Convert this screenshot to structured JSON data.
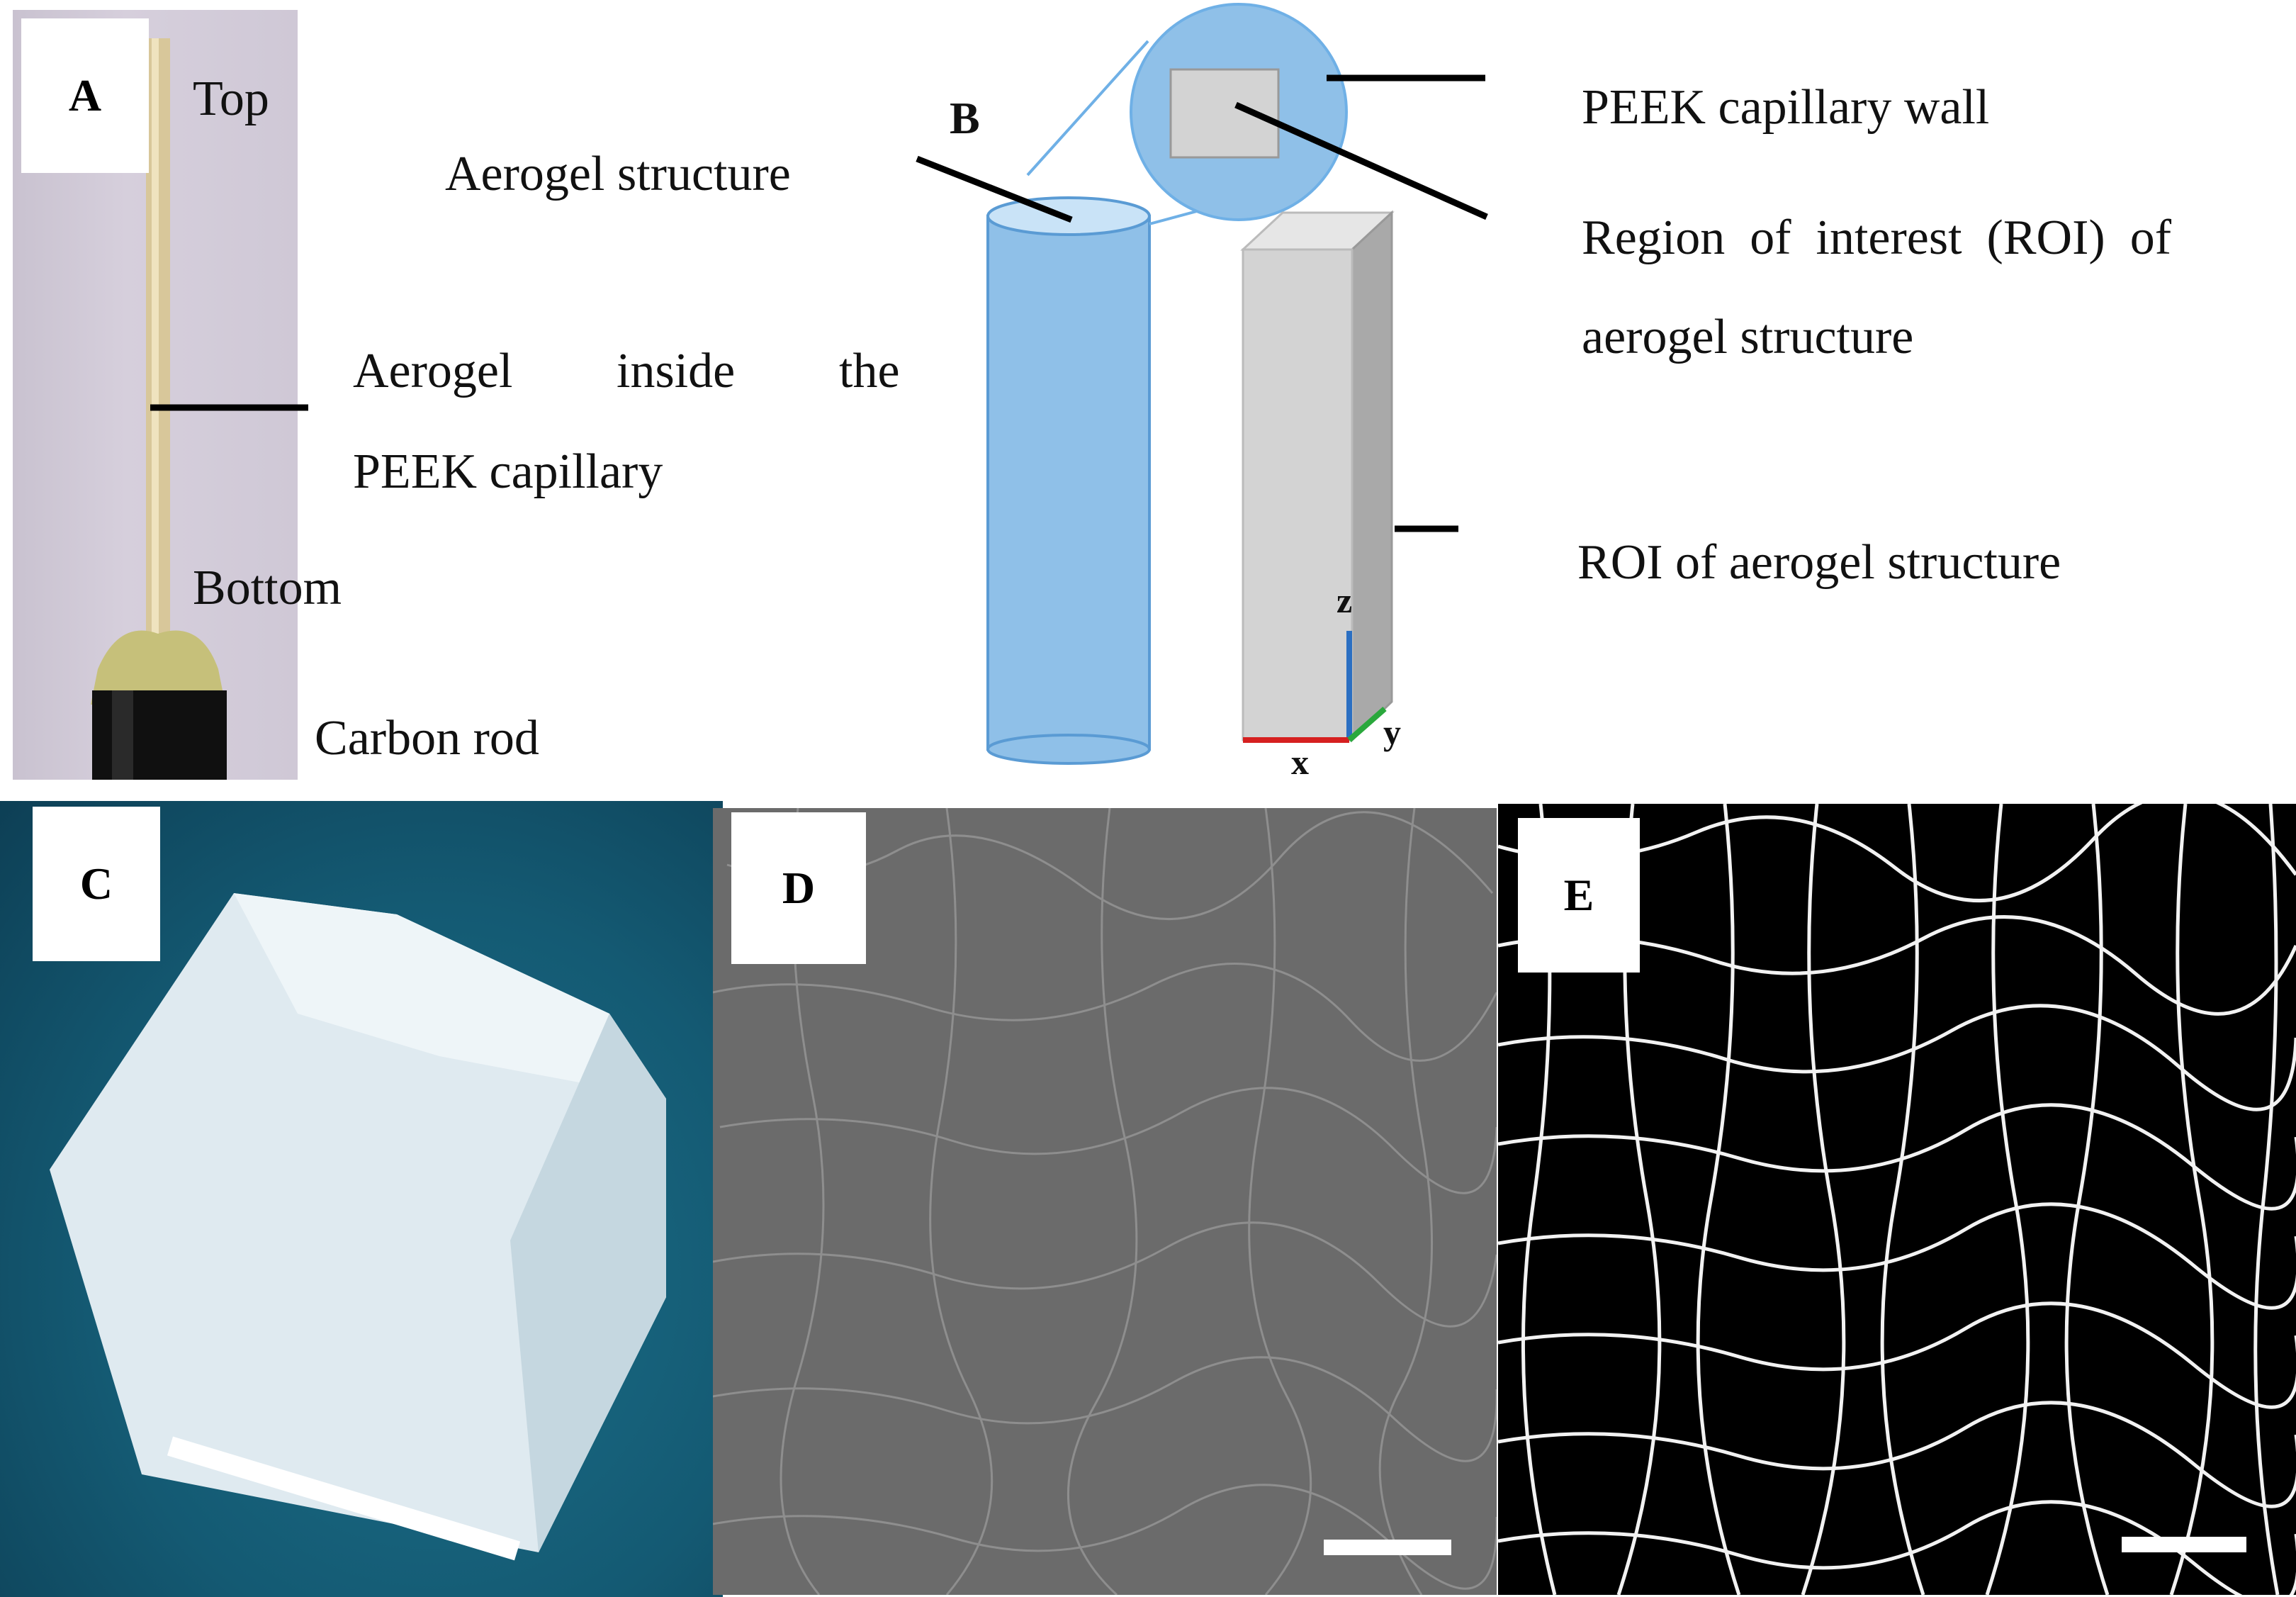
{
  "panels": {
    "a": {
      "letter": "A",
      "top_label": "Top",
      "bottom_label": "Bottom",
      "carbon_label": "Carbon rod",
      "aerogel_words": [
        "Aerogel",
        "inside",
        "the"
      ],
      "aerogel_line2": "PEEK capillary"
    },
    "b": {
      "letter": "B",
      "aerogel_structure": "Aerogel structure",
      "peek_wall": "PEEK capillary wall",
      "roi_line1": "Region  of  interest  (ROI)  of",
      "roi_line2": "aerogel structure",
      "roi_short": "ROI of aerogel structure",
      "axis_z": "z",
      "axis_x": "x",
      "axis_y": "y"
    },
    "c": {
      "letter": "C"
    },
    "d": {
      "letter": "D"
    },
    "e": {
      "letter": "E"
    }
  },
  "colors": {
    "cylinder": "#8fc0e8",
    "cylinder_top": "#c9e3f7",
    "box": "#d3d3d3",
    "axis_z": "#2b6fc2",
    "axis_x": "#d62020",
    "axis_y": "#2aa83c"
  }
}
